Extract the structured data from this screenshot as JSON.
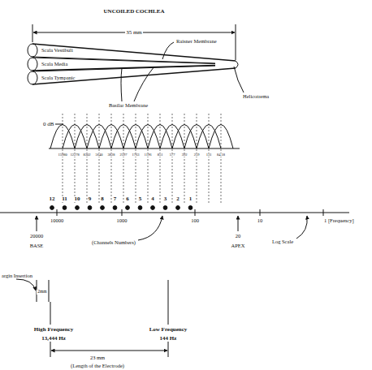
{
  "diagram": {
    "title": "UNCOILED COCHLEA",
    "labels": [
      "35 mm",
      "Raisner Membrane",
      "Scala Vestibuli",
      "Scala Media",
      "Scala Tympanic",
      "Basilar Membrane",
      "Helicotrema",
      "0 dB",
      "15980",
      "12278",
      "8302",
      "5640",
      "3828",
      "2597",
      "1763",
      "1196",
      "851",
      "577",
      "392",
      "259",
      "131",
      "84.18",
      "12",
      "11",
      "10",
      "9",
      "8",
      "7",
      "6",
      "5",
      "4",
      "3",
      "2",
      "1",
      "10000",
      "1000",
      "100",
      "20000",
      "BASE",
      "(Channels Numbers)",
      "20",
      "APEX",
      "10",
      "Log Scale",
      "1 [Frequency]",
      "argin Insertion",
      "2mm",
      "High Frequency",
      "13,444 Hz",
      "Low Frequency",
      "144 Hz",
      "23 mm",
      "(Length of the Electrode)"
    ]
  }
}
